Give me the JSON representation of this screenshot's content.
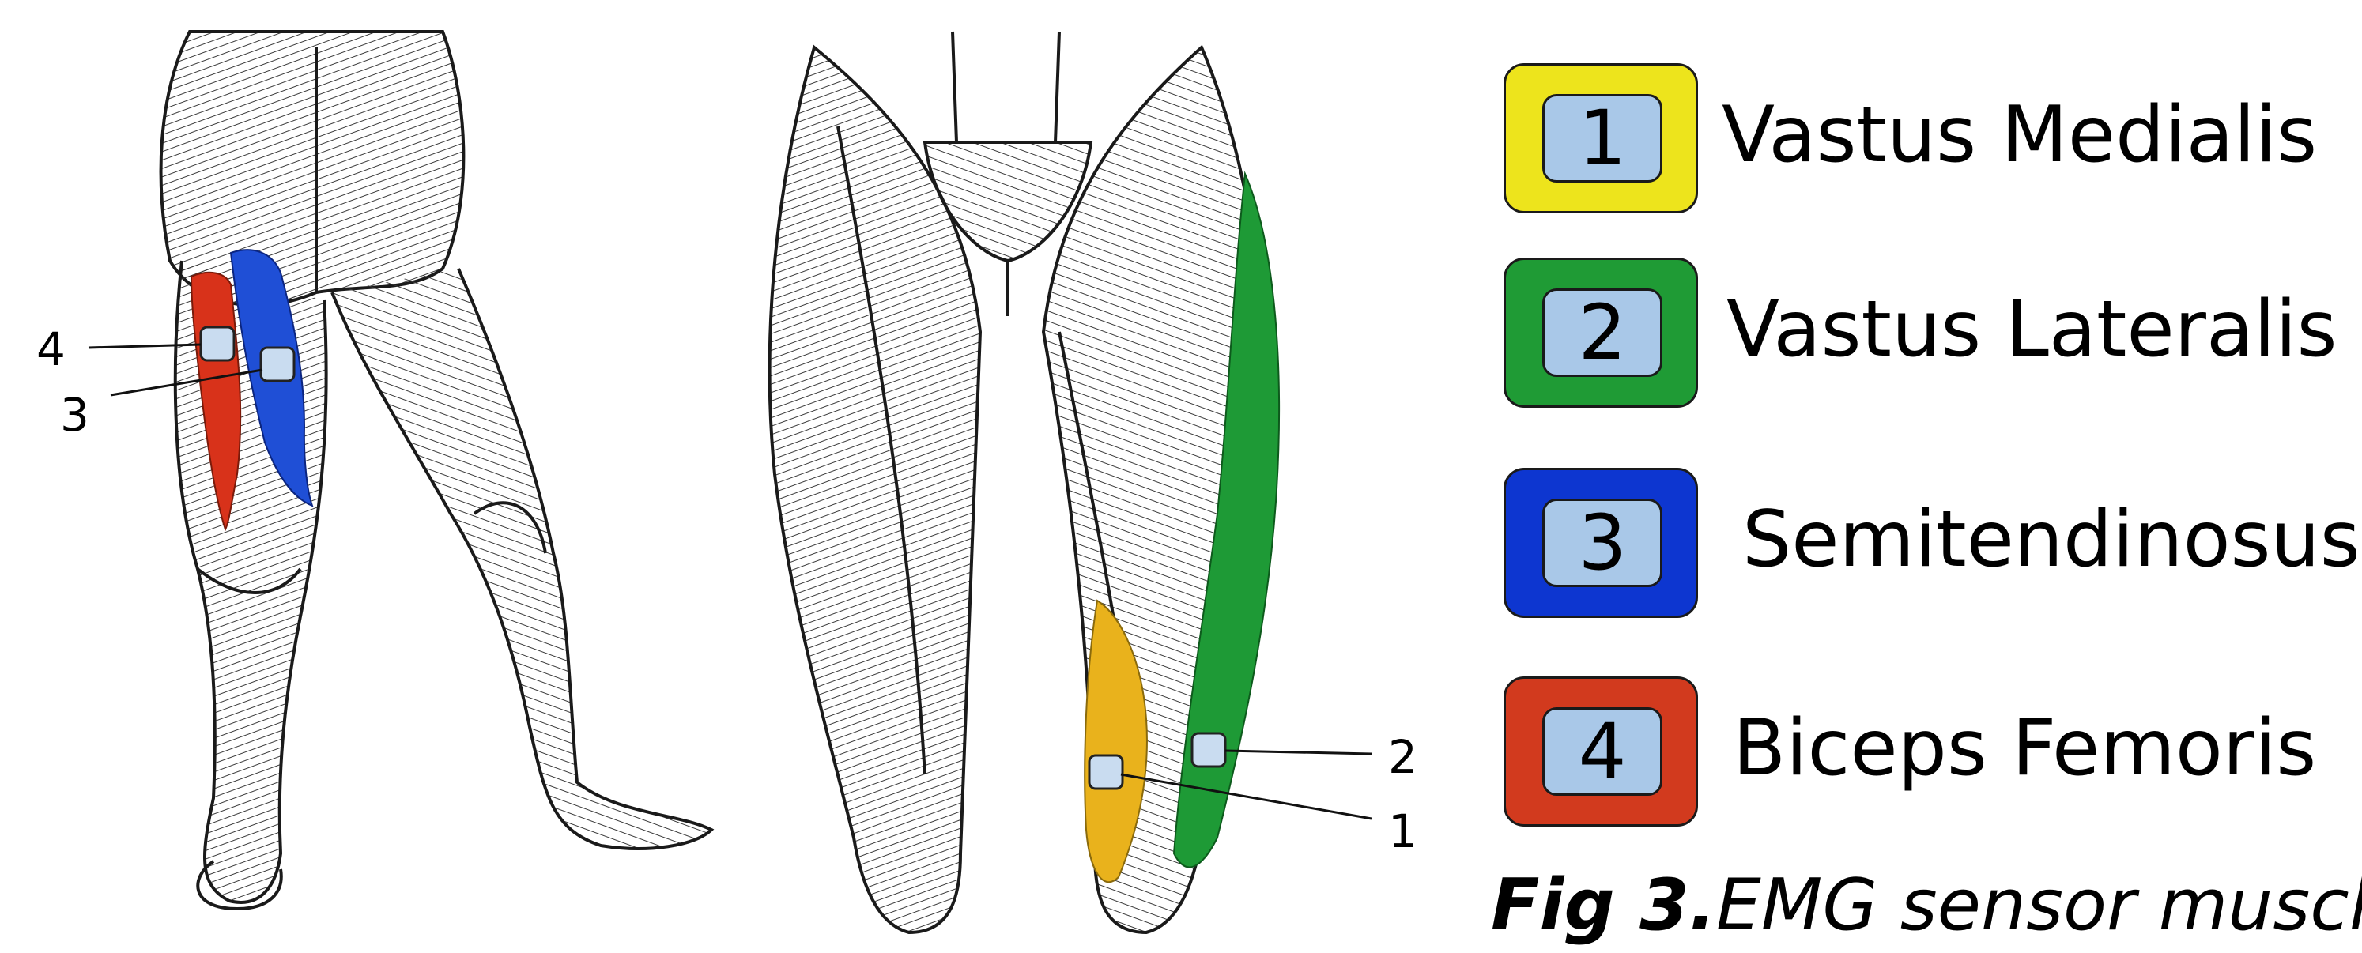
{
  "legend": [
    {
      "number": "1",
      "label": "Vastus Medialis",
      "color": "#ede41c"
    },
    {
      "number": "2",
      "label": "Vastus Lateralis",
      "color": "#1f9b35"
    },
    {
      "number": "3",
      "label": "Semitendinosus",
      "color": "#0d36d0"
    },
    {
      "number": "4",
      "label": "Biceps Femoris",
      "color": "#d23a1e"
    }
  ],
  "sensor_color": "#c9dcf0",
  "callouts": {
    "posterior": [
      "4",
      "3"
    ],
    "anterior": [
      "2",
      "1"
    ]
  },
  "caption": {
    "bold": "Fig 3.",
    "text": "EMG sensor muscle"
  },
  "muscle_colors": {
    "biceps_femoris": "#d8321a",
    "semitendinosus": "#1f4fd6",
    "vastus_lateralis": "#1e9a36",
    "vastus_medialis": "#e9b21c"
  }
}
